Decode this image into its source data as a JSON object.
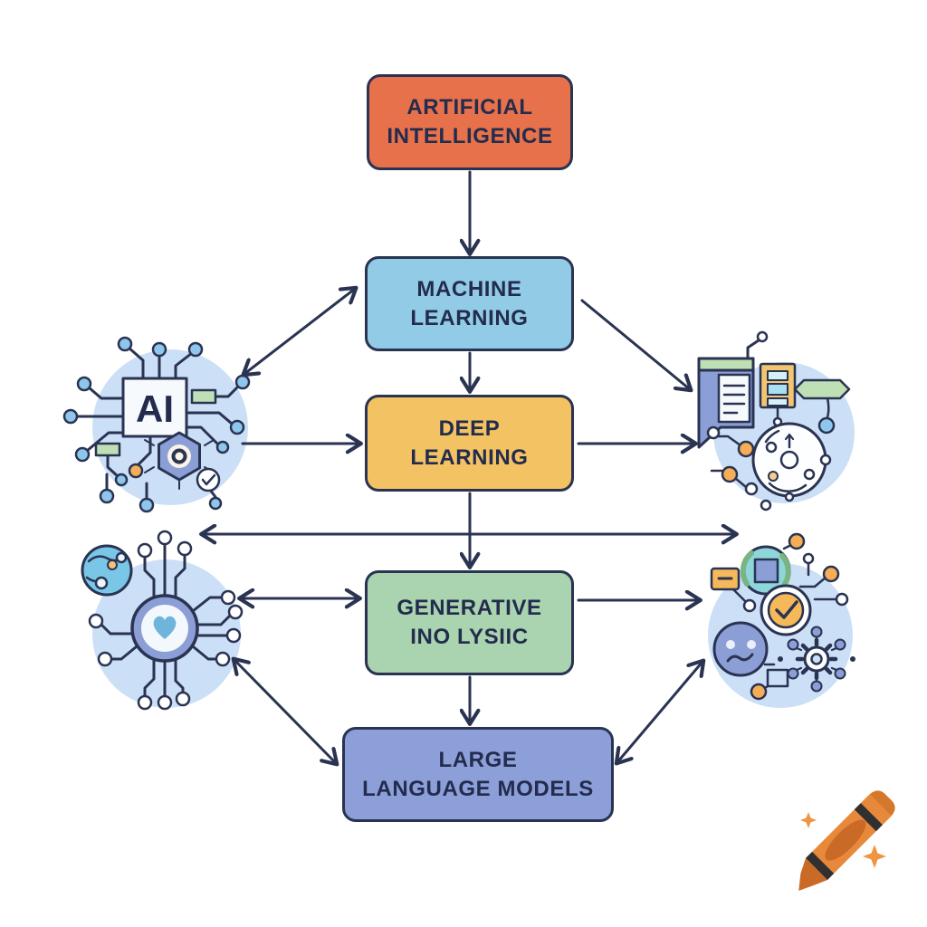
{
  "diagram": {
    "title": "AI concepts hierarchy flowchart",
    "nodes": [
      {
        "id": "artificial-intelligence",
        "label": "ARTIFICIAL\nINTELLIGENCE",
        "fill": "#E7714B"
      },
      {
        "id": "machine-learning",
        "label": "MACHINE\nLEARNING",
        "fill": "#92CBE6"
      },
      {
        "id": "deep-learning",
        "label": "DEEP\nLEARNING",
        "fill": "#F2C263"
      },
      {
        "id": "generative",
        "label": "GENERATIVE\nINO LYSIIC",
        "fill": "#A9D4AF"
      },
      {
        "id": "large-language-models",
        "label": "LARGE\nLANGUAGE MODELS",
        "fill": "#8C9FD9"
      }
    ],
    "edges": [
      {
        "from": "artificial-intelligence",
        "to": "machine-learning",
        "style": "arrow-down"
      },
      {
        "from": "machine-learning",
        "to": "deep-learning",
        "style": "arrow-down"
      },
      {
        "from": "deep-learning",
        "to": "generative",
        "style": "arrow-down"
      },
      {
        "from": "generative",
        "to": "large-language-models",
        "style": "arrow-down"
      },
      {
        "from": "machine-learning",
        "to": "left-chip-icon",
        "style": "double-diagonal"
      },
      {
        "from": "machine-learning",
        "to": "right-docs-icon",
        "style": "single-diagonal"
      },
      {
        "from": "left-chip-icon",
        "to": "deep-learning",
        "style": "single-horizontal"
      },
      {
        "from": "deep-learning",
        "to": "right-docs-icon",
        "style": "single-horizontal"
      },
      {
        "from": "left-side",
        "to": "right-side",
        "style": "double-horizontal-wide"
      },
      {
        "from": "left-hub-icon",
        "to": "generative",
        "style": "double-horizontal"
      },
      {
        "from": "generative",
        "to": "right-eval-icon",
        "style": "single-horizontal"
      },
      {
        "from": "left-hub-icon",
        "to": "large-language-models",
        "style": "double-diagonal"
      },
      {
        "from": "large-language-models",
        "to": "right-eval-icon",
        "style": "double-diagonal"
      }
    ],
    "edge_color": "#2A3352",
    "text_color": "#232C4D"
  },
  "icons": {
    "left_top": {
      "name": "ai-chip-circuit-icon",
      "chip_text": "AI"
    },
    "left_bottom": {
      "name": "neural-network-hub-icon"
    },
    "right_top": {
      "name": "documents-data-icon"
    },
    "right_bottom": {
      "name": "evaluation-faces-gear-icon"
    }
  },
  "watermark": {
    "name": "crayon-logo",
    "accent": "#E8883A"
  },
  "palette": {
    "node_border": "#2A3352",
    "bg_circle": "#CBDFF6",
    "node_dot_blue": "#8FC6EC",
    "accent_orange": "#F5AE57",
    "accent_green": "#BFE0B4",
    "accent_purple": "#8B9FD6"
  }
}
